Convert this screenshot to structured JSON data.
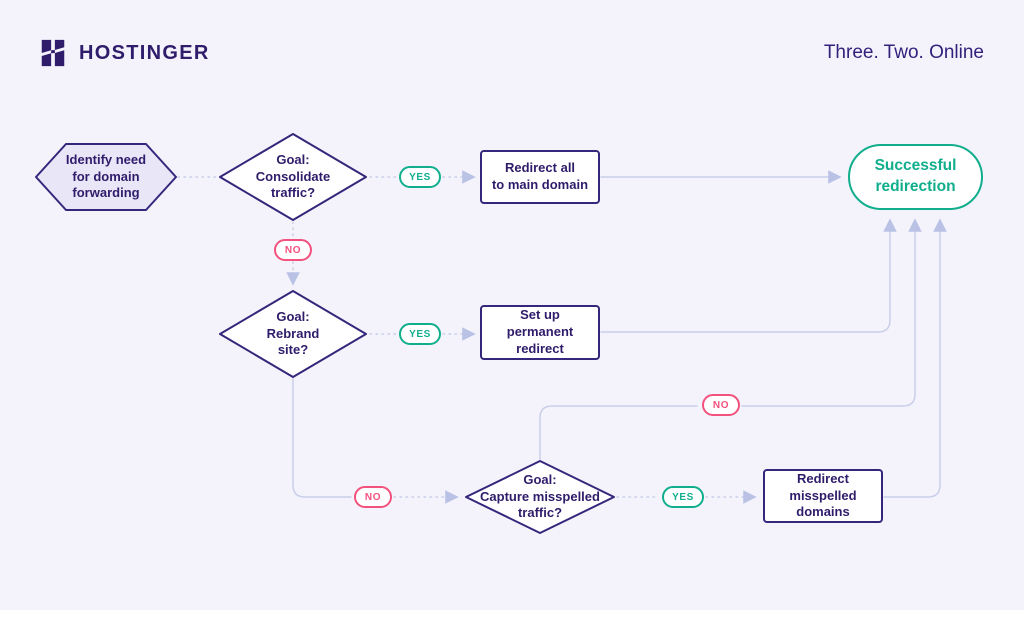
{
  "header": {
    "brand": "HOSTINGER",
    "tagline": "Three. Two. Online"
  },
  "flowchart": {
    "start": {
      "label": "Identify need\nfor domain\nforwarding"
    },
    "decision1": {
      "label": "Goal:\nConsolidate\ntraffic?"
    },
    "decision2": {
      "label": "Goal:\nRebrand\nsite?"
    },
    "decision3": {
      "label": "Goal:\nCapture misspelled\ntraffic?"
    },
    "process1": {
      "label": "Redirect all\nto main domain"
    },
    "process2": {
      "label": "Set up\npermanent\nredirect"
    },
    "process3": {
      "label": "Redirect\nmisspelled\ndomains"
    },
    "end": {
      "label": "Successful\nredirection"
    },
    "yes_label": "YES",
    "no_label": "NO"
  },
  "colors": {
    "background": "#F4F3FC",
    "brand_purple": "#2F1C6A",
    "node_border_purple": "#36267B",
    "hexagon_fill": "#E9E6F8",
    "success_green": "#10AE8C",
    "no_pink": "#F3517E",
    "connector": "#C9CFE9"
  }
}
